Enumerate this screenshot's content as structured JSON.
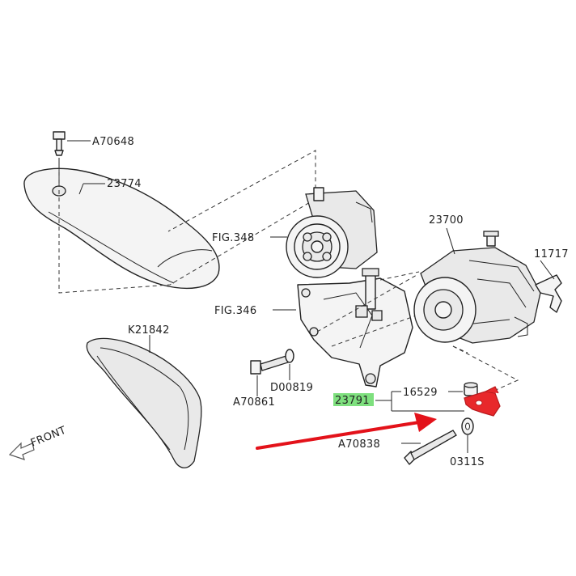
{
  "labels": {
    "a70648": "A70648",
    "p23774": "23774",
    "fig348": "FIG.348",
    "p23700": "23700",
    "p11717": "11717",
    "fig346": "FIG.346",
    "k21842": "K21842",
    "d00819": "D00819",
    "a70861": "A70861",
    "p16529": "16529",
    "p23791": "23791",
    "a70838": "A70838",
    "p0311s": "0311S",
    "front": "FRONT"
  },
  "colors": {
    "highlight_part": "#e8282b",
    "highlight_label": "#7ee07e",
    "arrow": "#e3121a"
  },
  "icons": {
    "front_arrow": "front-direction-arrow-icon"
  }
}
